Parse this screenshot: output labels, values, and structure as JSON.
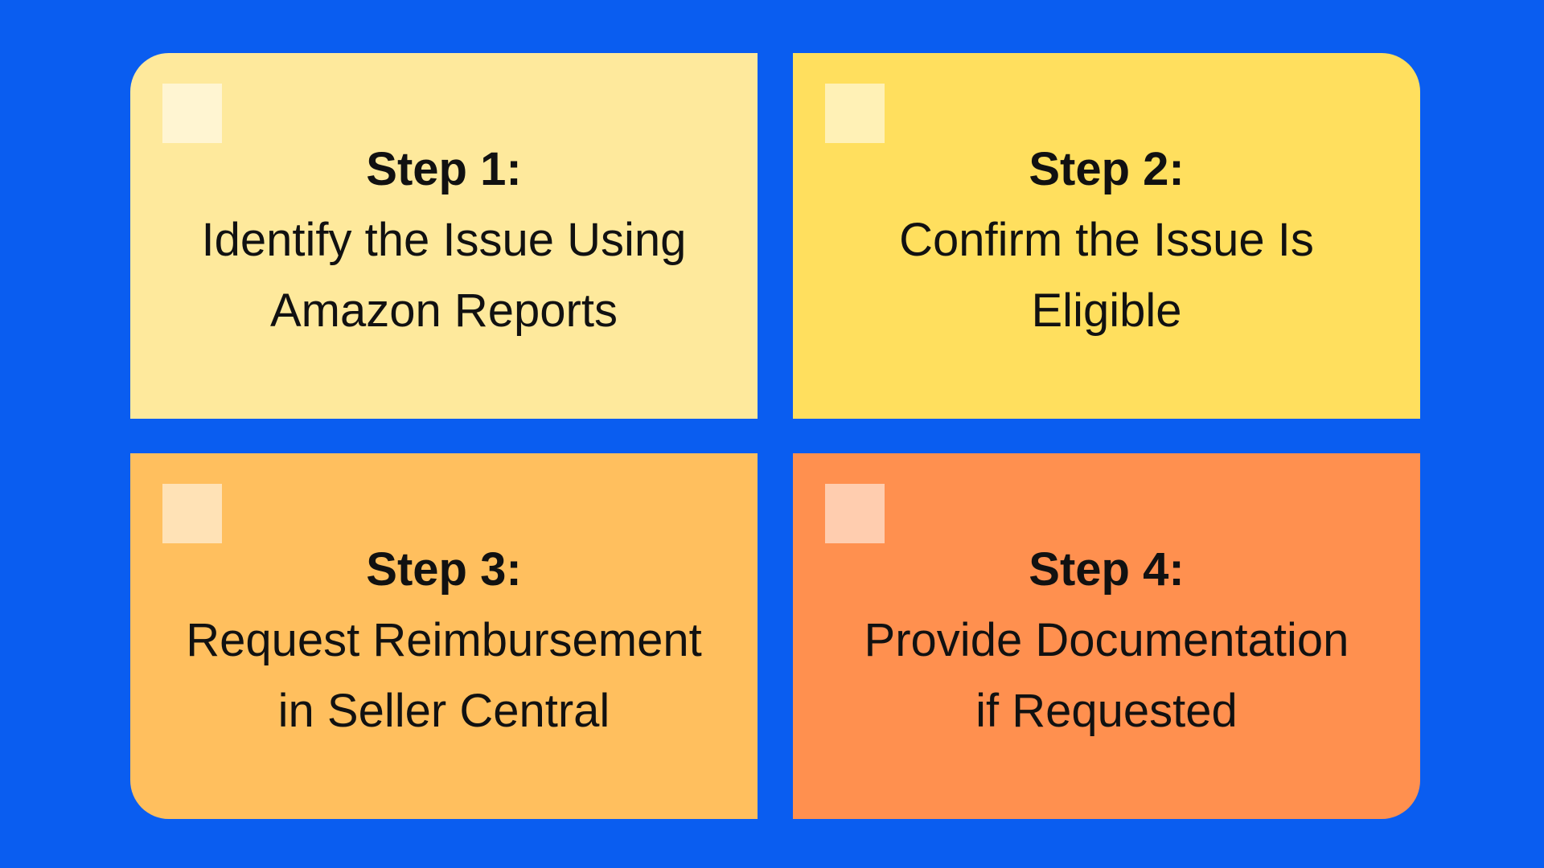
{
  "steps": [
    {
      "title": "Step 1:",
      "line1": "Identify the Issue Using",
      "line2": "Amazon Reports",
      "color": "#fee99c"
    },
    {
      "title": "Step 2:",
      "line1": "Confirm the Issue Is",
      "line2": "Eligible",
      "color": "#ffdf5e"
    },
    {
      "title": "Step 3:",
      "line1": "Request Reimbursement",
      "line2": "in Seller Central",
      "color": "#ffbf5e"
    },
    {
      "title": "Step 4:",
      "line1": "Provide Documentation",
      "line2": "if Requested",
      "color": "#ff904f"
    }
  ],
  "background_color": "#0a5df0"
}
